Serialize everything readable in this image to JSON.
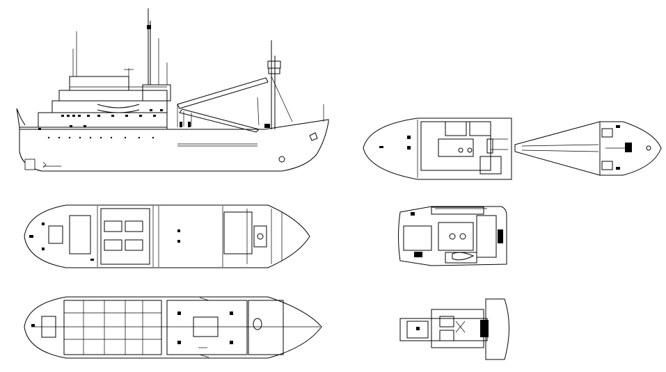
{
  "drawing": {
    "views": [
      {
        "id": "profile",
        "kind": "side-elevation"
      },
      {
        "id": "deck-plan-upper-right-a",
        "kind": "plan"
      },
      {
        "id": "deck-plan-upper-right-b",
        "kind": "plan"
      },
      {
        "id": "main-deck-plan",
        "kind": "plan"
      },
      {
        "id": "superstructure-deck-plan",
        "kind": "plan"
      },
      {
        "id": "lower-deck-plan",
        "kind": "plan"
      },
      {
        "id": "bridge-deck-plan",
        "kind": "plan"
      }
    ],
    "line_color": "#000000",
    "background": "#ffffff"
  }
}
